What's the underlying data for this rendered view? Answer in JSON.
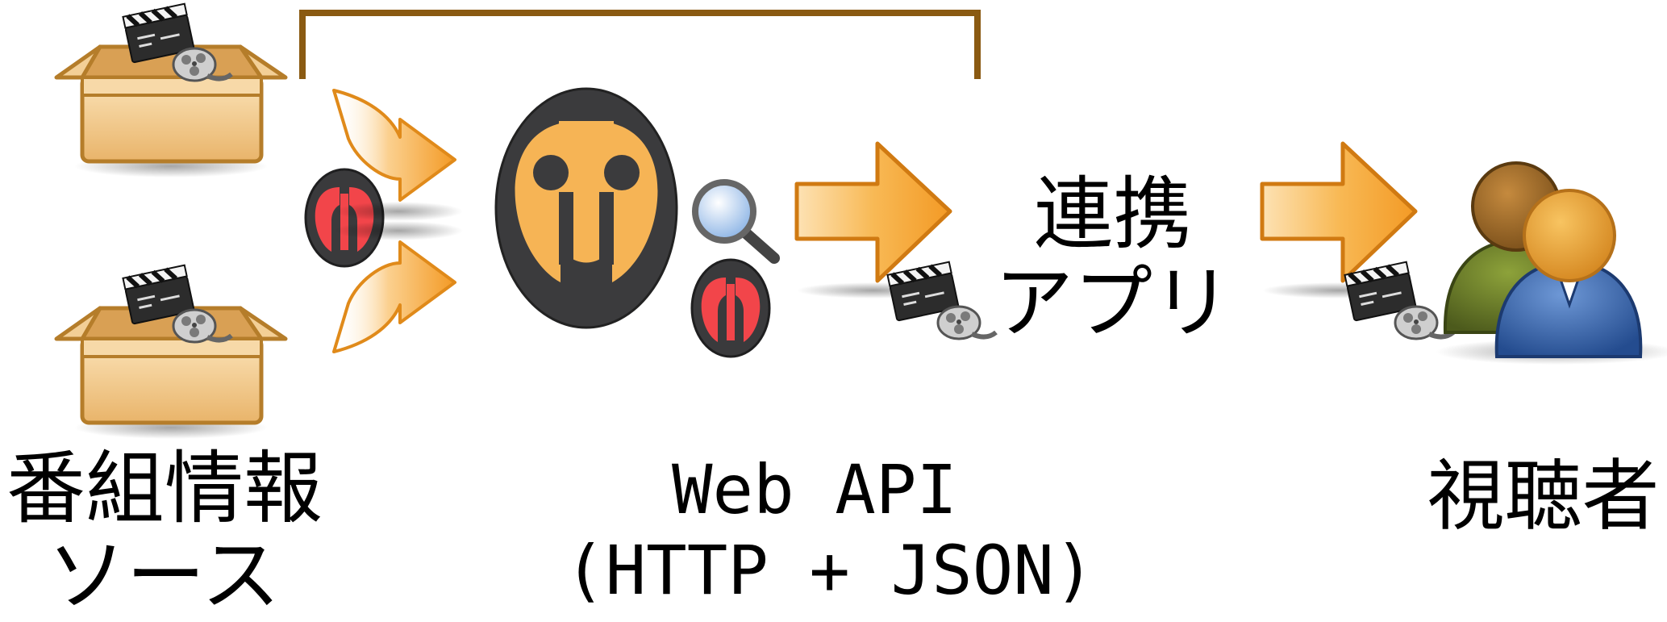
{
  "labels": {
    "source_line1": "番組情報",
    "source_line2": "ソース",
    "api_line1": "Web API",
    "api_line2": "(HTTP + JSON)",
    "app_line1": "連携",
    "app_line2": "アプリ",
    "viewer": "視聴者"
  },
  "icons": {
    "source_box_top": "package-box-with-movie-clapper-icon",
    "source_box_bottom": "package-box-with-movie-clapper-icon",
    "bracket": "feedback-bracket-line",
    "small_logo": "red-fork-logo-icon",
    "curved_arrow_top": "curved-arrow-icon",
    "curved_arrow_bottom": "curved-arrow-icon",
    "server_logo": "large-api-face-logo-icon",
    "search": "magnifier-icon",
    "arrow_api_to_app": "big-arrow-with-movie-icon",
    "arrow_app_to_viewer": "big-arrow-with-movie-icon",
    "viewer_icon": "two-users-icon"
  },
  "colors": {
    "box_fill": "#f2c98a",
    "box_stroke": "#c8923a",
    "bracket": "#8a5a12",
    "arrow_orange": "#f6a030",
    "arrow_light": "#fcd69a",
    "logo_dark": "#3b3b3d",
    "logo_orange": "#f6b455",
    "logo_red": "#f2454a",
    "user_green": "#5f7026",
    "user_blue": "#2f5da8",
    "skin": "#d7962c"
  }
}
